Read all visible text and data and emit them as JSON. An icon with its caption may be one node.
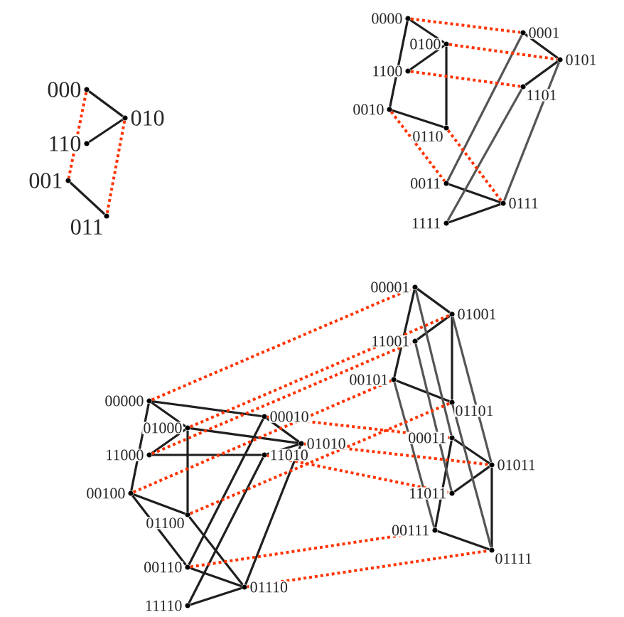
{
  "diagram": {
    "nodes": [
      {
        "text": [
          "000"
        ]
      },
      {
        "text": [
          "010"
        ]
      },
      {
        "text": [
          "110"
        ]
      },
      {
        "text": [
          "001"
        ]
      },
      {
        "text": [
          "011"
        ]
      },
      {
        "text": [
          "0000"
        ]
      },
      {
        "text": [
          "0100"
        ]
      },
      {
        "text": [
          "1100"
        ]
      },
      {
        "text": [
          "0010"
        ]
      },
      {
        "text": [
          "0110"
        ]
      },
      {
        "text": [
          "0001"
        ]
      },
      {
        "text": [
          "0101"
        ]
      },
      {
        "text": [
          "1101"
        ]
      },
      {
        "text": [
          "0011"
        ]
      },
      {
        "text": [
          "0111"
        ]
      },
      {
        "text": [
          "1111"
        ]
      },
      {
        "text": [
          "00000"
        ]
      },
      {
        "text": [
          "01000"
        ]
      },
      {
        "text": [
          "11000"
        ]
      },
      {
        "text": [
          "00100"
        ]
      },
      {
        "text": [
          "01100"
        ]
      },
      {
        "text": [
          "00010"
        ]
      },
      {
        "text": [
          "01010"
        ]
      },
      {
        "text": [
          "11010"
        ]
      },
      {
        "text": [
          "00110"
        ]
      },
      {
        "text": [
          "01110"
        ]
      },
      {
        "text": [
          "11110"
        ]
      },
      {
        "text": [
          "00001"
        ]
      },
      {
        "text": [
          "01001"
        ]
      },
      {
        "text": [
          "11001"
        ]
      },
      {
        "text": [
          "00101"
        ]
      },
      {
        "text": [
          "01101"
        ]
      },
      {
        "text": [
          "00011"
        ]
      },
      {
        "text": [
          "01011"
        ]
      },
      {
        "text": [
          "11011"
        ]
      },
      {
        "text": [
          "00111"
        ]
      },
      {
        "text": [
          "01111"
        ]
      }
    ],
    "edges": [
      {
        "from": 0,
        "to": 1,
        "arrow": "none"
      },
      {
        "from": 1,
        "to": 2,
        "arrow": "none"
      },
      {
        "from": 3,
        "to": 4,
        "arrow": "none"
      },
      {
        "from": 0,
        "to": 3,
        "arrow": "none",
        "style": "dashed",
        "color": "#ff3300"
      },
      {
        "from": 1,
        "to": 4,
        "arrow": "none",
        "style": "dashed",
        "color": "#ff3300"
      },
      {
        "from": 5,
        "to": 6,
        "arrow": "none"
      },
      {
        "from": 6,
        "to": 7,
        "arrow": "none"
      },
      {
        "from": 5,
        "to": 8,
        "arrow": "none"
      },
      {
        "from": 6,
        "to": 9,
        "arrow": "none"
      },
      {
        "from": 8,
        "to": 9,
        "arrow": "none"
      },
      {
        "from": 10,
        "to": 11,
        "arrow": "none"
      },
      {
        "from": 11,
        "to": 12,
        "arrow": "none"
      },
      {
        "from": 13,
        "to": 14,
        "arrow": "none"
      },
      {
        "from": 14,
        "to": 15,
        "arrow": "none"
      },
      {
        "from": 10,
        "to": 13,
        "arrow": "none",
        "color": "#555555"
      },
      {
        "from": 11,
        "to": 14,
        "arrow": "none",
        "color": "#555555"
      },
      {
        "from": 12,
        "to": 15,
        "arrow": "none",
        "color": "#555555"
      },
      {
        "from": 5,
        "to": 10,
        "arrow": "none",
        "style": "dashed",
        "color": "#ff3300"
      },
      {
        "from": 6,
        "to": 11,
        "arrow": "none",
        "style": "dashed",
        "color": "#ff3300"
      },
      {
        "from": 7,
        "to": 12,
        "arrow": "none",
        "style": "dashed",
        "color": "#ff3300"
      },
      {
        "from": 8,
        "to": 13,
        "arrow": "none",
        "style": "dashed",
        "color": "#ff3300"
      },
      {
        "from": 9,
        "to": 14,
        "arrow": "none",
        "style": "dashed",
        "color": "#ff3300"
      },
      {
        "from": 16,
        "to": 17,
        "arrow": "none"
      },
      {
        "from": 17,
        "to": 18,
        "arrow": "none"
      },
      {
        "from": 16,
        "to": 19,
        "arrow": "none"
      },
      {
        "from": 17,
        "to": 20,
        "arrow": "none"
      },
      {
        "from": 19,
        "to": 20,
        "arrow": "none"
      },
      {
        "from": 21,
        "to": 22,
        "arrow": "none"
      },
      {
        "from": 22,
        "to": 23,
        "arrow": "none"
      },
      {
        "from": 24,
        "to": 25,
        "arrow": "none"
      },
      {
        "from": 25,
        "to": 26,
        "arrow": "none"
      },
      {
        "from": 16,
        "to": 21,
        "arrow": "none"
      },
      {
        "from": 17,
        "to": 22,
        "arrow": "none"
      },
      {
        "from": 18,
        "to": 23,
        "arrow": "none"
      },
      {
        "from": 19,
        "to": 24,
        "arrow": "none"
      },
      {
        "from": 20,
        "to": 25,
        "arrow": "none"
      },
      {
        "from": 21,
        "to": 24,
        "arrow": "none"
      },
      {
        "from": 22,
        "to": 25,
        "arrow": "none"
      },
      {
        "from": 23,
        "to": 26,
        "arrow": "none"
      },
      {
        "from": 27,
        "to": 28,
        "arrow": "none"
      },
      {
        "from": 28,
        "to": 29,
        "arrow": "none"
      },
      {
        "from": 27,
        "to": 30,
        "arrow": "none"
      },
      {
        "from": 28,
        "to": 31,
        "arrow": "none"
      },
      {
        "from": 30,
        "to": 31,
        "arrow": "none"
      },
      {
        "from": 32,
        "to": 33,
        "arrow": "none"
      },
      {
        "from": 33,
        "to": 34,
        "arrow": "none"
      },
      {
        "from": 35,
        "to": 36,
        "arrow": "none"
      },
      {
        "from": 33,
        "to": 36,
        "arrow": "none"
      },
      {
        "from": 32,
        "to": 35,
        "arrow": "none"
      },
      {
        "from": 27,
        "to": 32,
        "arrow": "none",
        "color": "#555555"
      },
      {
        "from": 28,
        "to": 33,
        "arrow": "none",
        "color": "#555555"
      },
      {
        "from": 29,
        "to": 34,
        "arrow": "none",
        "color": "#555555"
      },
      {
        "from": 30,
        "to": 35,
        "arrow": "none",
        "color": "#555555"
      },
      {
        "from": 31,
        "to": 36,
        "arrow": "none",
        "color": "#555555"
      },
      {
        "from": 16,
        "to": 27,
        "arrow": "none",
        "style": "dashed",
        "color": "#ff3300"
      },
      {
        "from": 17,
        "to": 28,
        "arrow": "none",
        "style": "dashed",
        "color": "#ff3300"
      },
      {
        "from": 18,
        "to": 29,
        "arrow": "none",
        "style": "dashed",
        "color": "#ff3300"
      },
      {
        "from": 19,
        "to": 30,
        "arrow": "none",
        "style": "dashed",
        "color": "#ff3300"
      },
      {
        "from": 20,
        "to": 31,
        "arrow": "none",
        "style": "dashed",
        "color": "#ff3300"
      },
      {
        "from": 21,
        "to": 32,
        "arrow": "none",
        "style": "dashed",
        "color": "#ff3300"
      },
      {
        "from": 22,
        "to": 33,
        "arrow": "none",
        "style": "dashed",
        "color": "#ff3300"
      },
      {
        "from": 23,
        "to": 34,
        "arrow": "none",
        "style": "dashed",
        "color": "#ff3300"
      },
      {
        "from": 24,
        "to": 35,
        "arrow": "none",
        "style": "dashed",
        "color": "#ff3300"
      },
      {
        "from": 25,
        "to": 36,
        "arrow": "none",
        "style": "dashed",
        "color": "#ff3300"
      }
    ]
  }
}
